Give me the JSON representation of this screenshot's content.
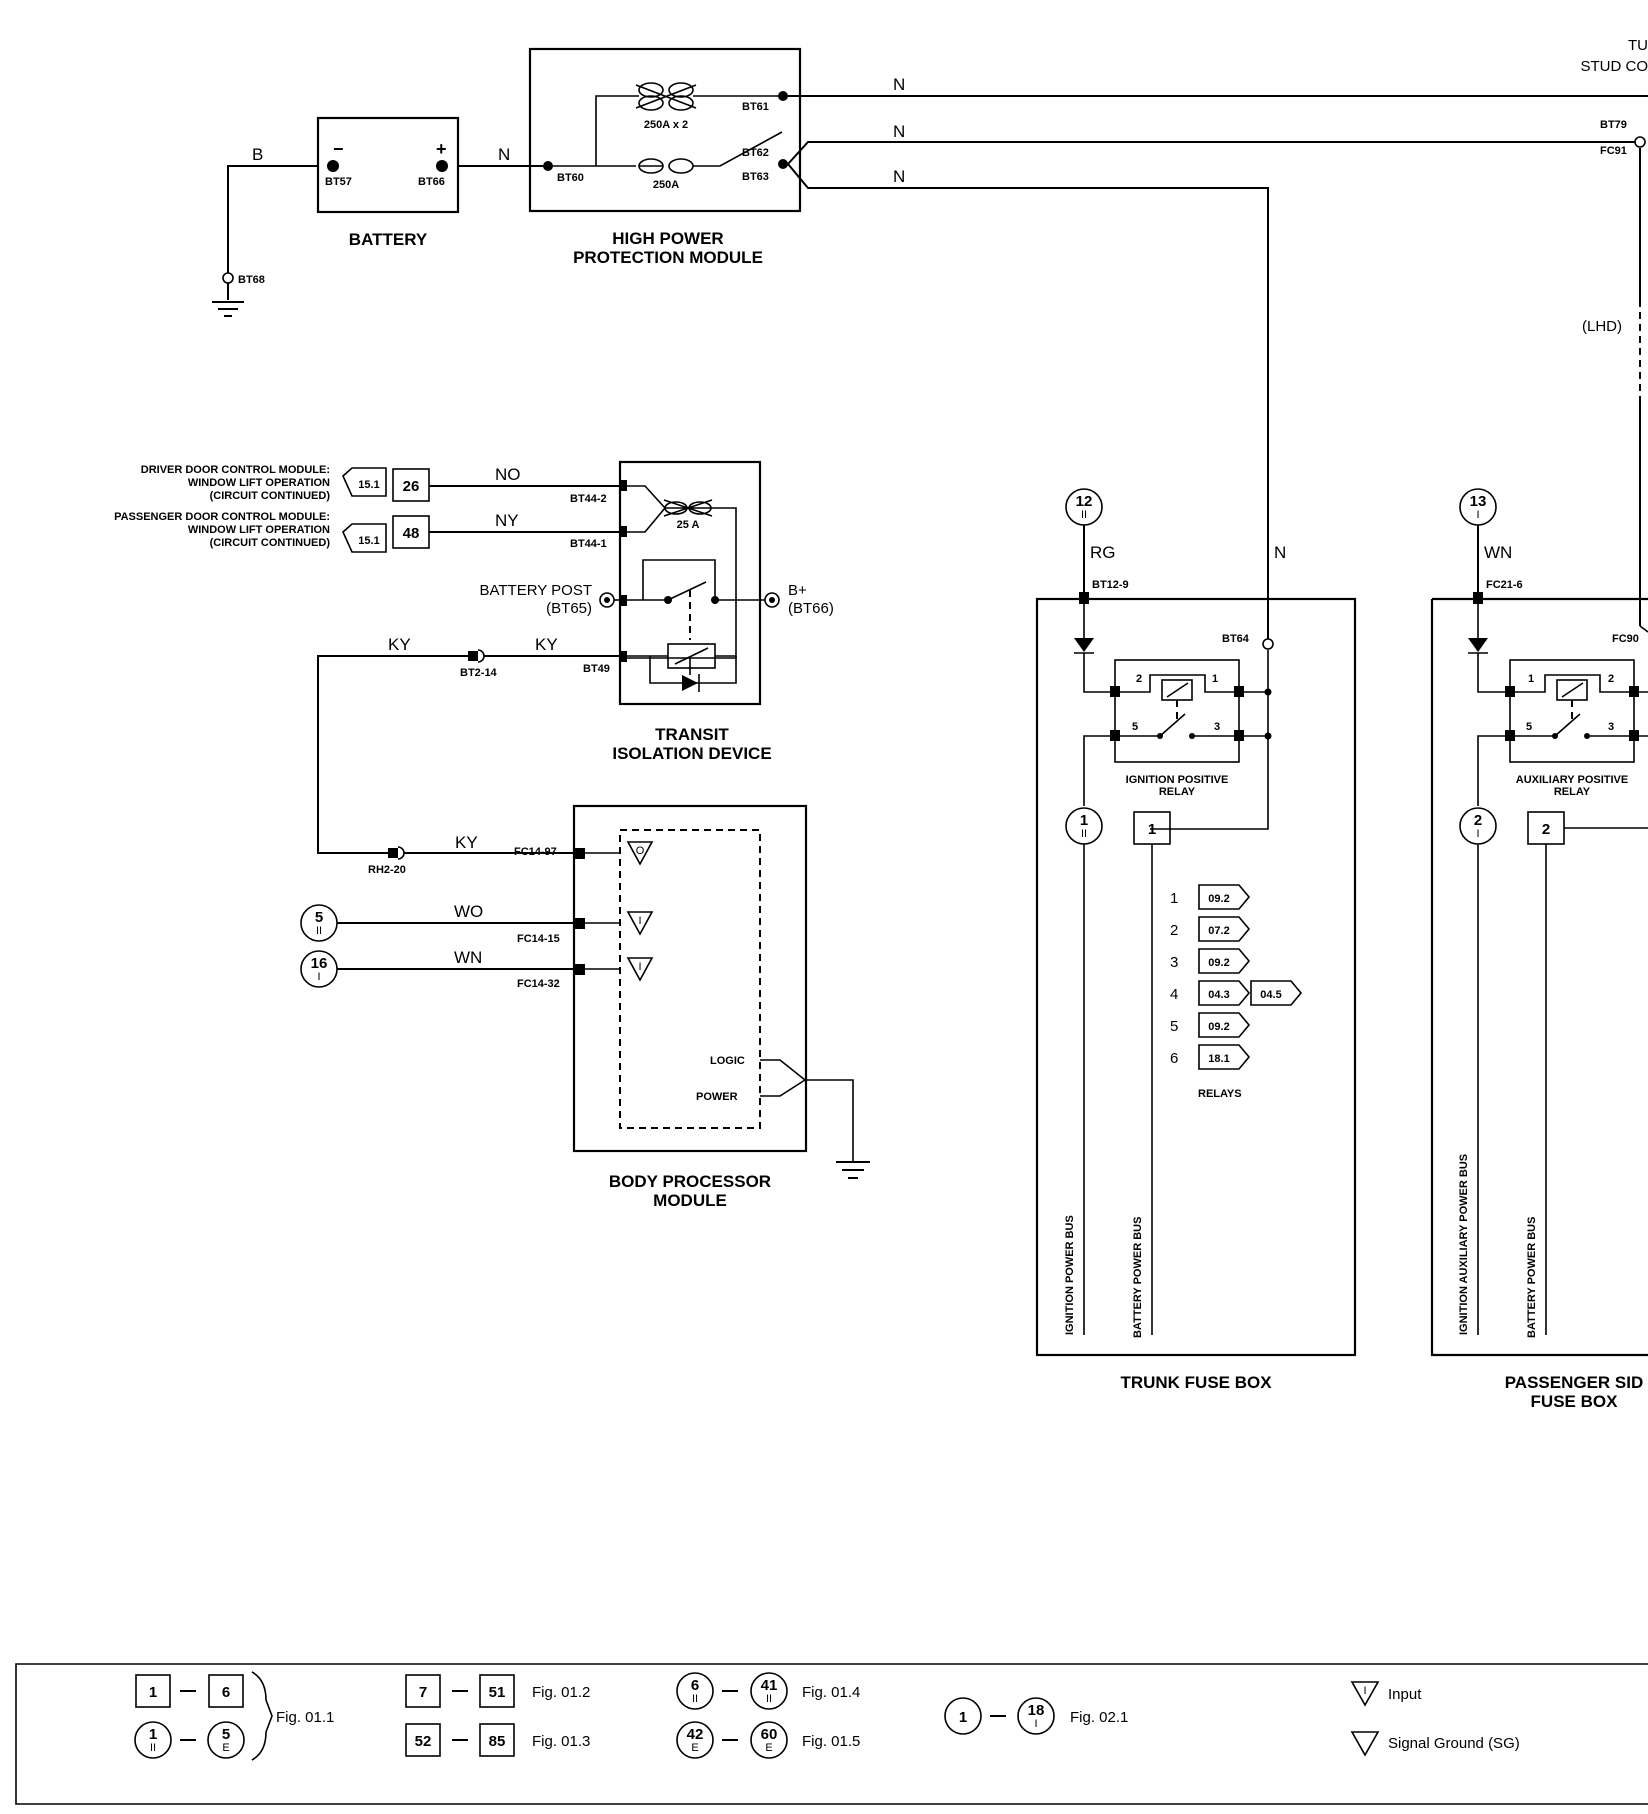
{
  "top_right": {
    "line1": "TU",
    "line2": "STUD CO"
  },
  "battery": {
    "title": "BATTERY",
    "minus": "−",
    "plus": "+",
    "neg_terminal": "BT57",
    "pos_terminal": "BT66",
    "ground_terminal": "BT68",
    "wire_neg": "B",
    "wire_pos": "N"
  },
  "hppm": {
    "title_line1": "HIGH POWER",
    "title_line2": "PROTECTION MODULE",
    "fuse1": "250A x 2",
    "fuse2": "250A",
    "in_terminal": "BT60",
    "out1": "BT61",
    "out2": "BT62",
    "out3": "BT63",
    "wire1": "N",
    "wire2": "N",
    "wire3": "N"
  },
  "right_side": {
    "bt79": "BT79",
    "fc91": "FC91",
    "lhd": "(LHD)",
    "fc90": "FC90"
  },
  "door_refs": [
    {
      "line1": "DRIVER DOOR CONTROL MODULE:",
      "line2": "WINDOW LIFT OPERATION",
      "line3": "(CIRCUIT CONTINUED)",
      "fig": "15.1",
      "num": "26",
      "wire": "NO",
      "terminal": "BT44-2"
    },
    {
      "line1": "PASSENGER DOOR CONTROL MODULE:",
      "line2": "WINDOW LIFT OPERATION",
      "line3": "(CIRCUIT CONTINUED)",
      "fig": "15.1",
      "num": "48",
      "wire": "NY",
      "terminal": "BT44-1"
    }
  ],
  "tid": {
    "title_line1": "TRANSIT",
    "title_line2": "ISOLATION DEVICE",
    "fuse": "25 A",
    "post_line1": "BATTERY POST",
    "post_line2": "(BT65)",
    "bplus_line1": "B+",
    "bplus_line2": "(BT66)",
    "wire_ky1": "KY",
    "wire_ky2": "KY",
    "wire_ky3": "KY",
    "conn_bt2": "BT2-14",
    "term_bt49": "BT49",
    "conn_rh2": "RH2-20"
  },
  "bpm": {
    "title_line1": "BODY PROCESSOR",
    "title_line2": "MODULE",
    "pin_ky": "FC14-97",
    "pin_wo": "FC14-15",
    "pin_wn": "FC14-32",
    "wire_wo": "WO",
    "wire_wn": "WN",
    "logic": "LOGIC",
    "power": "POWER",
    "ref5": "5",
    "ref5_sub": "II",
    "ref16": "16",
    "ref16_sub": "I"
  },
  "trunk_box": {
    "title": "TRUNK FUSE BOX",
    "ref12": "12",
    "ref12_sub": "II",
    "wire_rg": "RG",
    "wire_n": "N",
    "pin_bt12": "BT12-9",
    "pin_bt64": "BT64",
    "relay_label1": "IGNITION POSITIVE",
    "relay_label2": "RELAY",
    "relay_p2": "2",
    "relay_p1": "1",
    "relay_p5": "5",
    "relay_p3": "3",
    "ref1": "1",
    "ref1_sub": "II",
    "box1": "1",
    "bus1": "IGNITION POWER BUS",
    "bus2": "BATTERY POWER BUS",
    "relays_label": "RELAYS",
    "relays": [
      {
        "n": "1",
        "ref": "09.2"
      },
      {
        "n": "2",
        "ref": "07.2"
      },
      {
        "n": "3",
        "ref": "09.2"
      },
      {
        "n": "4",
        "ref": "04.3",
        "ref2": "04.5"
      },
      {
        "n": "5",
        "ref": "09.2"
      },
      {
        "n": "6",
        "ref": "18.1"
      }
    ]
  },
  "pass_box": {
    "title_line1": "PASSENGER SID",
    "title_line2": "FUSE BOX",
    "ref13": "13",
    "ref13_sub": "I",
    "wire_wn": "WN",
    "pin_fc21": "FC21-6",
    "relay_label1": "AUXILIARY POSITIVE",
    "relay_label2": "RELAY",
    "relay_p1": "1",
    "relay_p2": "2",
    "relay_p5": "5",
    "relay_p3": "3",
    "ref2": "2",
    "ref2_sub": "I",
    "box2": "2",
    "bus1": "IGNITION AUXILIARY POWER BUS",
    "bus2": "BATTERY POWER BUS"
  },
  "legend": {
    "a1": "1",
    "a2": "6",
    "a3": "1",
    "a3s": "II",
    "a4": "5",
    "a4s": "E",
    "afig": "Fig. 01.1",
    "b1": "7",
    "b2": "51",
    "bfig": "Fig. 01.2",
    "b3": "52",
    "b4": "85",
    "bfig2": "Fig. 01.3",
    "c1": "6",
    "c1s": "II",
    "c2": "41",
    "c2s": "II",
    "cfig": "Fig. 01.4",
    "c3": "42",
    "c3s": "E",
    "c4": "60",
    "c4s": "E",
    "cfig2": "Fig. 01.5",
    "d1": "1",
    "d2": "18",
    "d2s": "I",
    "dfig": "Fig. 02.1",
    "input": "Input",
    "sg": "Signal Ground (SG)",
    "tri_i": "I",
    "tri_o": "O"
  }
}
